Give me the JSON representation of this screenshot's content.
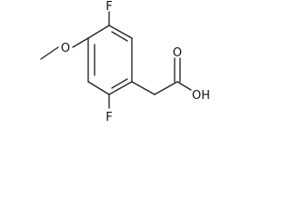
{
  "molecule": {
    "atom_labels": {
      "fluorine_top": "F",
      "oxygen_methoxy": "O",
      "fluorine_bottom": "F",
      "carbonyl_oxygen": "O",
      "hydroxyl": "OH"
    },
    "colors": {
      "bond": "#222222",
      "text": "#111111",
      "background": "#ffffff"
    }
  }
}
